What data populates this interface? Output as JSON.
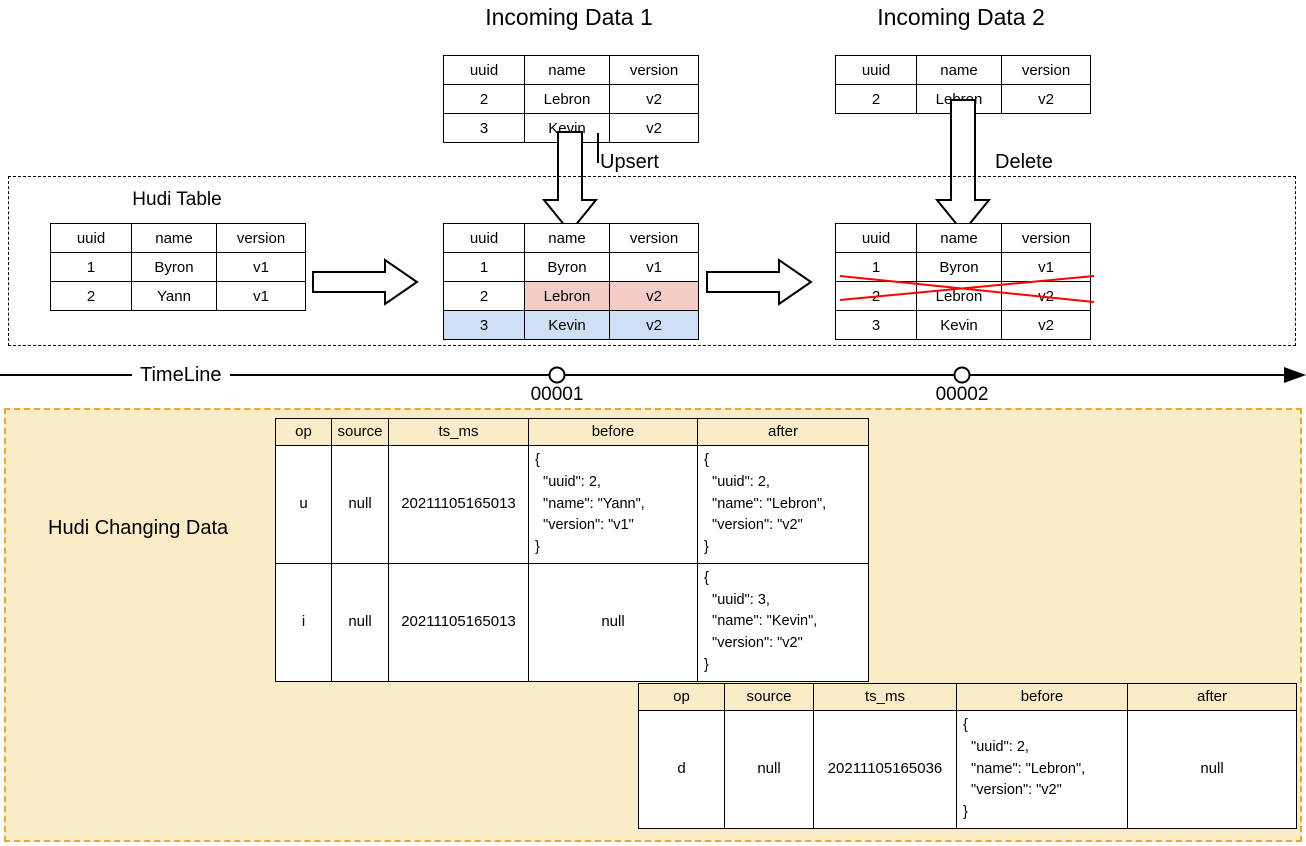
{
  "titles": {
    "incoming1": "Incoming Data 1",
    "incoming2": "Incoming Data 2",
    "hudi_table": "Hudi Table",
    "changing_data": "Hudi Changing Data"
  },
  "operations": {
    "upsert": "Upsert",
    "delete": "Delete"
  },
  "timeline": {
    "label": "TimeLine",
    "ticks": [
      {
        "id": "00001"
      },
      {
        "id": "00002"
      }
    ]
  },
  "columns": {
    "uuid": "uuid",
    "name": "name",
    "version": "version"
  },
  "tables": {
    "incoming1": {
      "headers": [
        "uuid",
        "name",
        "version"
      ],
      "rows": [
        {
          "uuid": "2",
          "name": "Lebron",
          "version": "v2"
        },
        {
          "uuid": "3",
          "name": "Kevin",
          "version": "v2"
        }
      ]
    },
    "incoming2": {
      "headers": [
        "uuid",
        "name",
        "version"
      ],
      "rows": [
        {
          "uuid": "2",
          "name": "Lebron",
          "version": "v2"
        }
      ]
    },
    "hudi_before": {
      "headers": [
        "uuid",
        "name",
        "version"
      ],
      "rows": [
        {
          "uuid": "1",
          "name": "Byron",
          "version": "v1"
        },
        {
          "uuid": "2",
          "name": "Yann",
          "version": "v1"
        }
      ]
    },
    "hudi_after_upsert": {
      "headers": [
        "uuid",
        "name",
        "version"
      ],
      "rows": [
        {
          "uuid": "1",
          "name": "Byron",
          "version": "v1"
        },
        {
          "uuid": "2",
          "name": "Lebron",
          "version": "v2"
        },
        {
          "uuid": "3",
          "name": "Kevin",
          "version": "v2"
        }
      ]
    },
    "hudi_after_delete": {
      "headers": [
        "uuid",
        "name",
        "version"
      ],
      "rows": [
        {
          "uuid": "1",
          "name": "Byron",
          "version": "v1"
        },
        {
          "uuid": "2",
          "name": "Lebron",
          "version": "v2"
        },
        {
          "uuid": "3",
          "name": "Kevin",
          "version": "v2"
        }
      ]
    }
  },
  "changelog": {
    "headers": [
      "op",
      "source",
      "ts_ms",
      "before",
      "after"
    ],
    "commit1_rows": [
      {
        "op": "u",
        "source": "null",
        "ts_ms": "20211105165013",
        "before": "{\n  \"uuid\": 2,\n  \"name\": \"Yann\",\n  \"version\": \"v1\"\n}",
        "after": "{\n  \"uuid\": 2,\n  \"name\": \"Lebron\",\n  \"version\": \"v2\"\n}"
      },
      {
        "op": "i",
        "source": "null",
        "ts_ms": "20211105165013",
        "before": "null",
        "after": "{\n  \"uuid\": 3,\n  \"name\": \"Kevin\",\n  \"version\": \"v2\"\n}"
      }
    ],
    "commit2_rows": [
      {
        "op": "d",
        "source": "null",
        "ts_ms": "20211105165036",
        "before": "{\n  \"uuid\": 2,\n  \"name\": \"Lebron\",\n  \"version\": \"v2\"\n}",
        "after": "null"
      }
    ]
  },
  "colors": {
    "updated_row": "#f5cdc8",
    "inserted_row": "#cfdff5",
    "deleted_mark": "#ff0000",
    "changing_data_bg": "#faecc8",
    "changing_data_border": "#e0a93b"
  }
}
